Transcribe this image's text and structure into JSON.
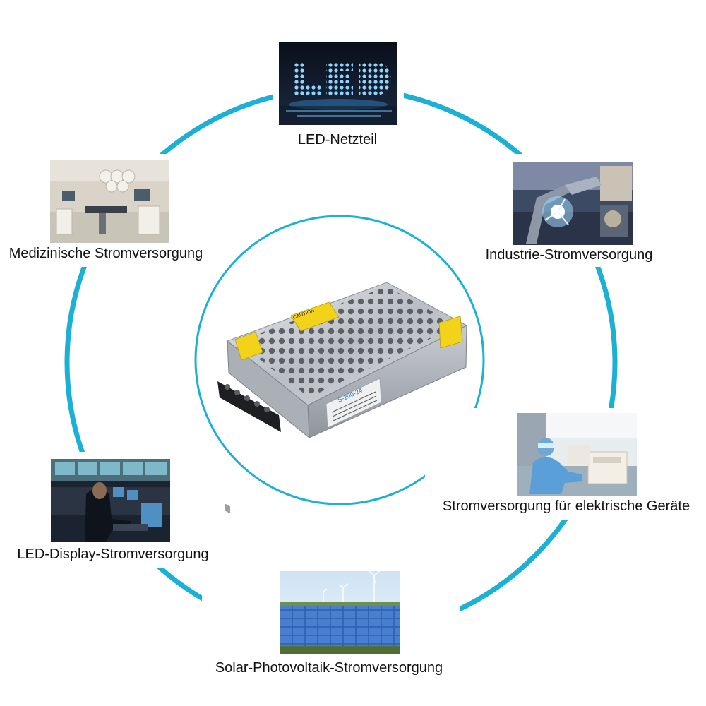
{
  "colors": {
    "ring": "#1bb0d6",
    "background": "#ffffff"
  },
  "center": {
    "product_icon": "power-supply-unit",
    "model_text": "S-200-24",
    "caution_text": "CAUTION"
  },
  "applications": [
    {
      "label": "LED-Netzteil",
      "image": "led-sign-image"
    },
    {
      "label": "Industrie-Stromversorgung",
      "image": "industrial-welding-robot-image"
    },
    {
      "label": "Stromversorgung für elektrische Geräte",
      "image": "laboratory-equipment-image"
    },
    {
      "label": "Solar-Photovoltaik-Stromversorgung",
      "image": "solar-panels-wind-turbines-image"
    },
    {
      "label": "LED-Display-Stromversorgung",
      "image": "control-room-displays-image"
    },
    {
      "label": "Medizinische Stromversorgung",
      "image": "operating-room-image"
    }
  ]
}
